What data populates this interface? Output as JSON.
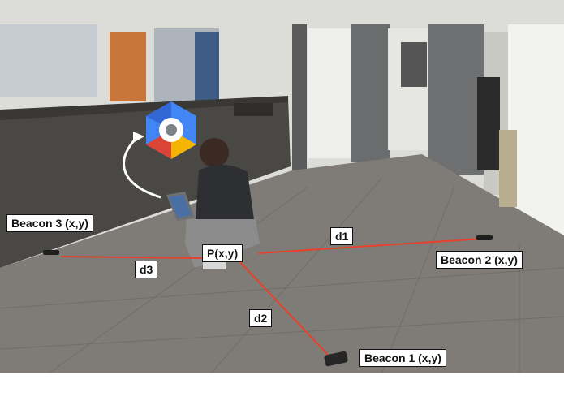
{
  "labels": {
    "beacon3": "Beacon 3 (x,y)",
    "beacon2": "Beacon 2 (x,y)",
    "beacon1": "Beacon 1 (x,y)",
    "position": "P(x,y)",
    "d1": "d1",
    "d2": "d2",
    "d3": "d3"
  },
  "colors": {
    "distance_lines": "#e8412a",
    "floor": "#7d7a76",
    "wall": "#d9d9d6",
    "counter": "#4c4a46"
  },
  "icons": [
    "cloud-hexagon-logo-icon",
    "curved-arrow-icon"
  ]
}
